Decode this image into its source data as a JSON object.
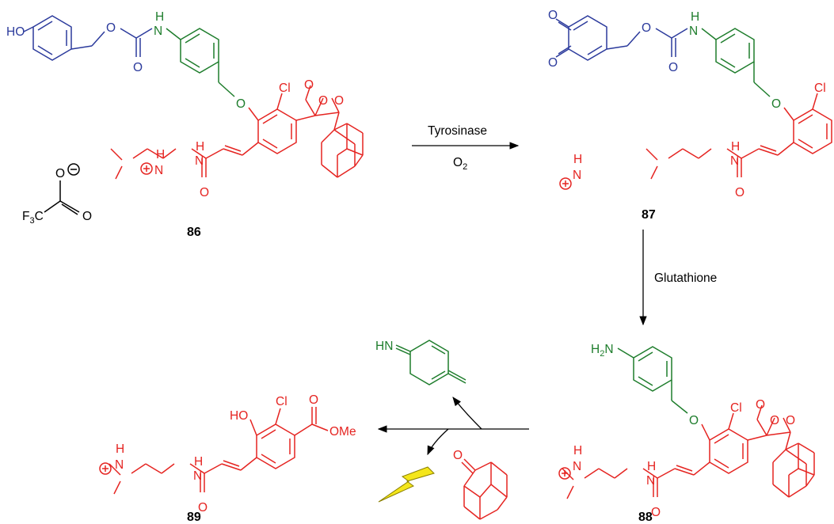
{
  "colors": {
    "trigger_blue": "#2b3a9c",
    "linker_green": "#1e7d2c",
    "core_red": "#e52421",
    "plain_black": "#000000",
    "flash_yellow": "#f4e61b"
  },
  "compounds": {
    "c86": "86",
    "c87": "87",
    "c88": "88",
    "c89": "89"
  },
  "conditions": {
    "enzyme": "Tyrosinase",
    "oxidant_main": "O",
    "oxidant_sub": "2",
    "reductant": "Glutathione"
  },
  "atoms": {
    "ho": "HO",
    "o": "O",
    "h": "H",
    "n": "N",
    "cl": "Cl",
    "hn": "HN",
    "ome": "OMe",
    "h2n_h": "H",
    "h2n_2": "2",
    "h2n_n": "N",
    "f3c_f": "F",
    "f3c_3": "3",
    "f3c_c": "C",
    "plus": "+",
    "minus": "−"
  },
  "icons": [
    "lightning-bolt-icon"
  ]
}
